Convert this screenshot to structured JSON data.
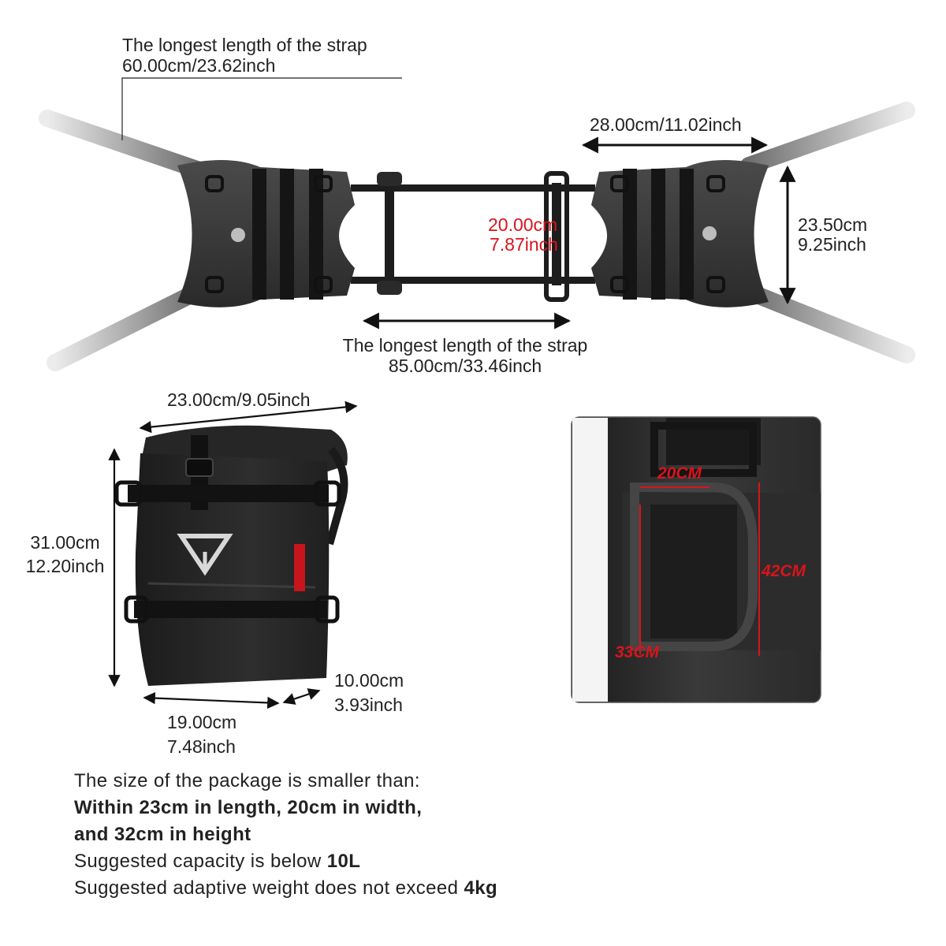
{
  "harness": {
    "strap_top_title": "The longest length of the strap",
    "strap_top_value": "60.00cm/23.62inch",
    "panel_width": "28.00cm/11.02inch",
    "gap_cm": "20.00cm",
    "gap_in": "7.87inch",
    "panel_height_cm": "23.50cm",
    "panel_height_in": "9.25inch",
    "strap_bottom_title": "The longest length of the strap",
    "strap_bottom_value": "85.00cm/33.46inch"
  },
  "bag": {
    "width": "23.00cm/9.05inch",
    "height_cm": "31.00cm",
    "height_in": "12.20inch",
    "depth_cm": "10.00cm",
    "depth_in": "3.93inch",
    "base_cm": "19.00cm",
    "base_in": "7.48inch"
  },
  "detail": {
    "label_20": "20CM",
    "label_42": "42CM",
    "label_33": "33CM"
  },
  "notes": {
    "line1": "The size of the package is smaller than:",
    "line2": "Within 23cm in length, 20cm in width,",
    "line3": "and 32cm in height",
    "line4_prefix": "Suggested capacity is below ",
    "line4_value": "10L",
    "line5_prefix": "Suggested adaptive weight does not exceed ",
    "line5_value": "4kg"
  },
  "colors": {
    "dimension_red": "#d9141c",
    "product_dark": "#2b2b2b"
  }
}
